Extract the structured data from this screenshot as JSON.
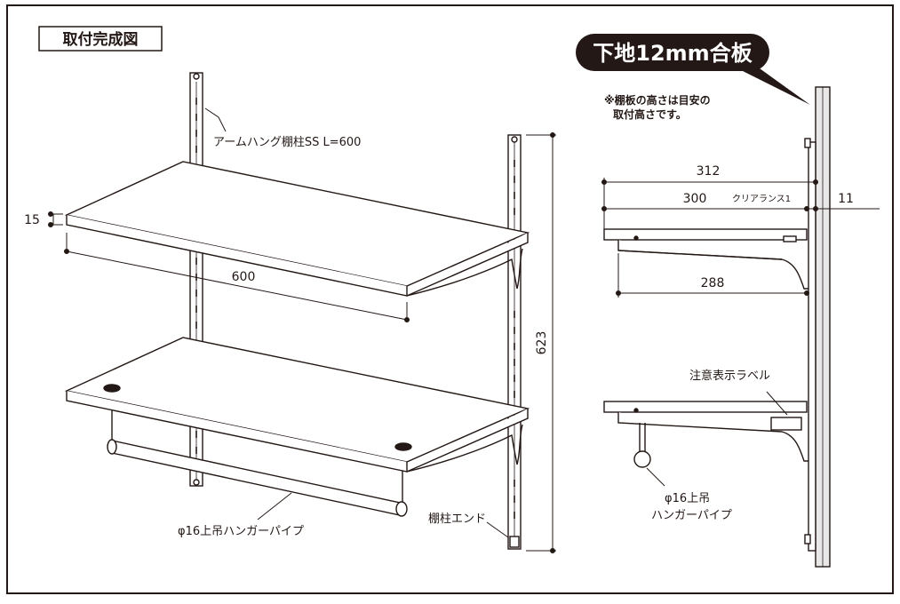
{
  "title": "取付完成図",
  "badge": "下地12mm合板",
  "note_lines": [
    "※棚板の高さは目安の",
    "取付高さです。"
  ],
  "labels": {
    "arm_hang_post": "アームハング棚柱SS L=600",
    "hanger_pipe": "φ16上吊ハンガーパイプ",
    "post_end": "棚柱エンド",
    "caution_label": "注意表示ラベル",
    "side_pipe_line1": "φ16上吊",
    "side_pipe_line2": "ハンガーパイプ",
    "clearance": "クリアランス1"
  },
  "dimensions": {
    "shelf_thickness": "15",
    "shelf_width": "600",
    "post_height": "623",
    "overall_depth": "312",
    "shelf_depth": "300",
    "board_offset": "11",
    "bracket_depth": "288"
  },
  "colors": {
    "line": "#231815",
    "badge_bg": "#231815",
    "badge_text": "#ffffff",
    "wall_fill": "#e8e8e8"
  }
}
